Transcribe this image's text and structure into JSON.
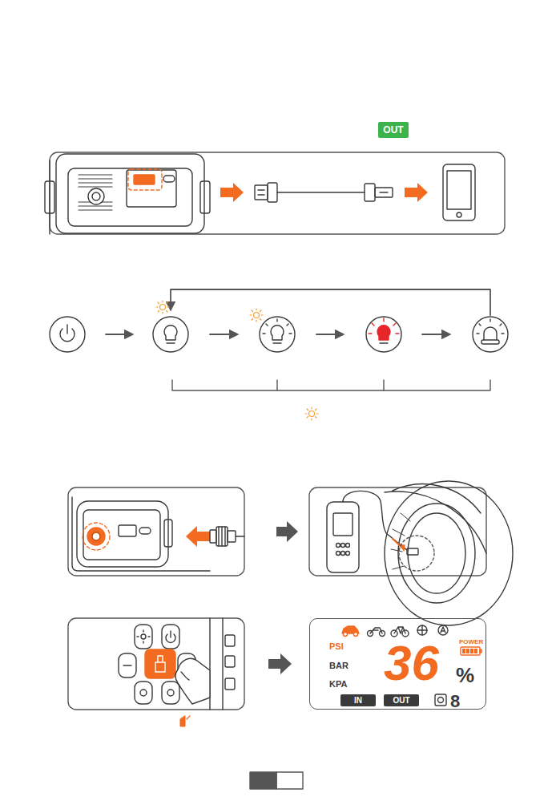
{
  "diagram": {
    "nodes": [
      {
        "text": [
          "OUT"
        ]
      },
      {
        "text": [
          "PSI",
          "BAR",
          "KPA",
          "POWER",
          "36",
          "%",
          "8"
        ]
      },
      {
        "text": [
          "IN"
        ],
        "in": 1
      },
      {
        "text": [
          "OUT"
        ],
        "in": 1
      }
    ]
  }
}
